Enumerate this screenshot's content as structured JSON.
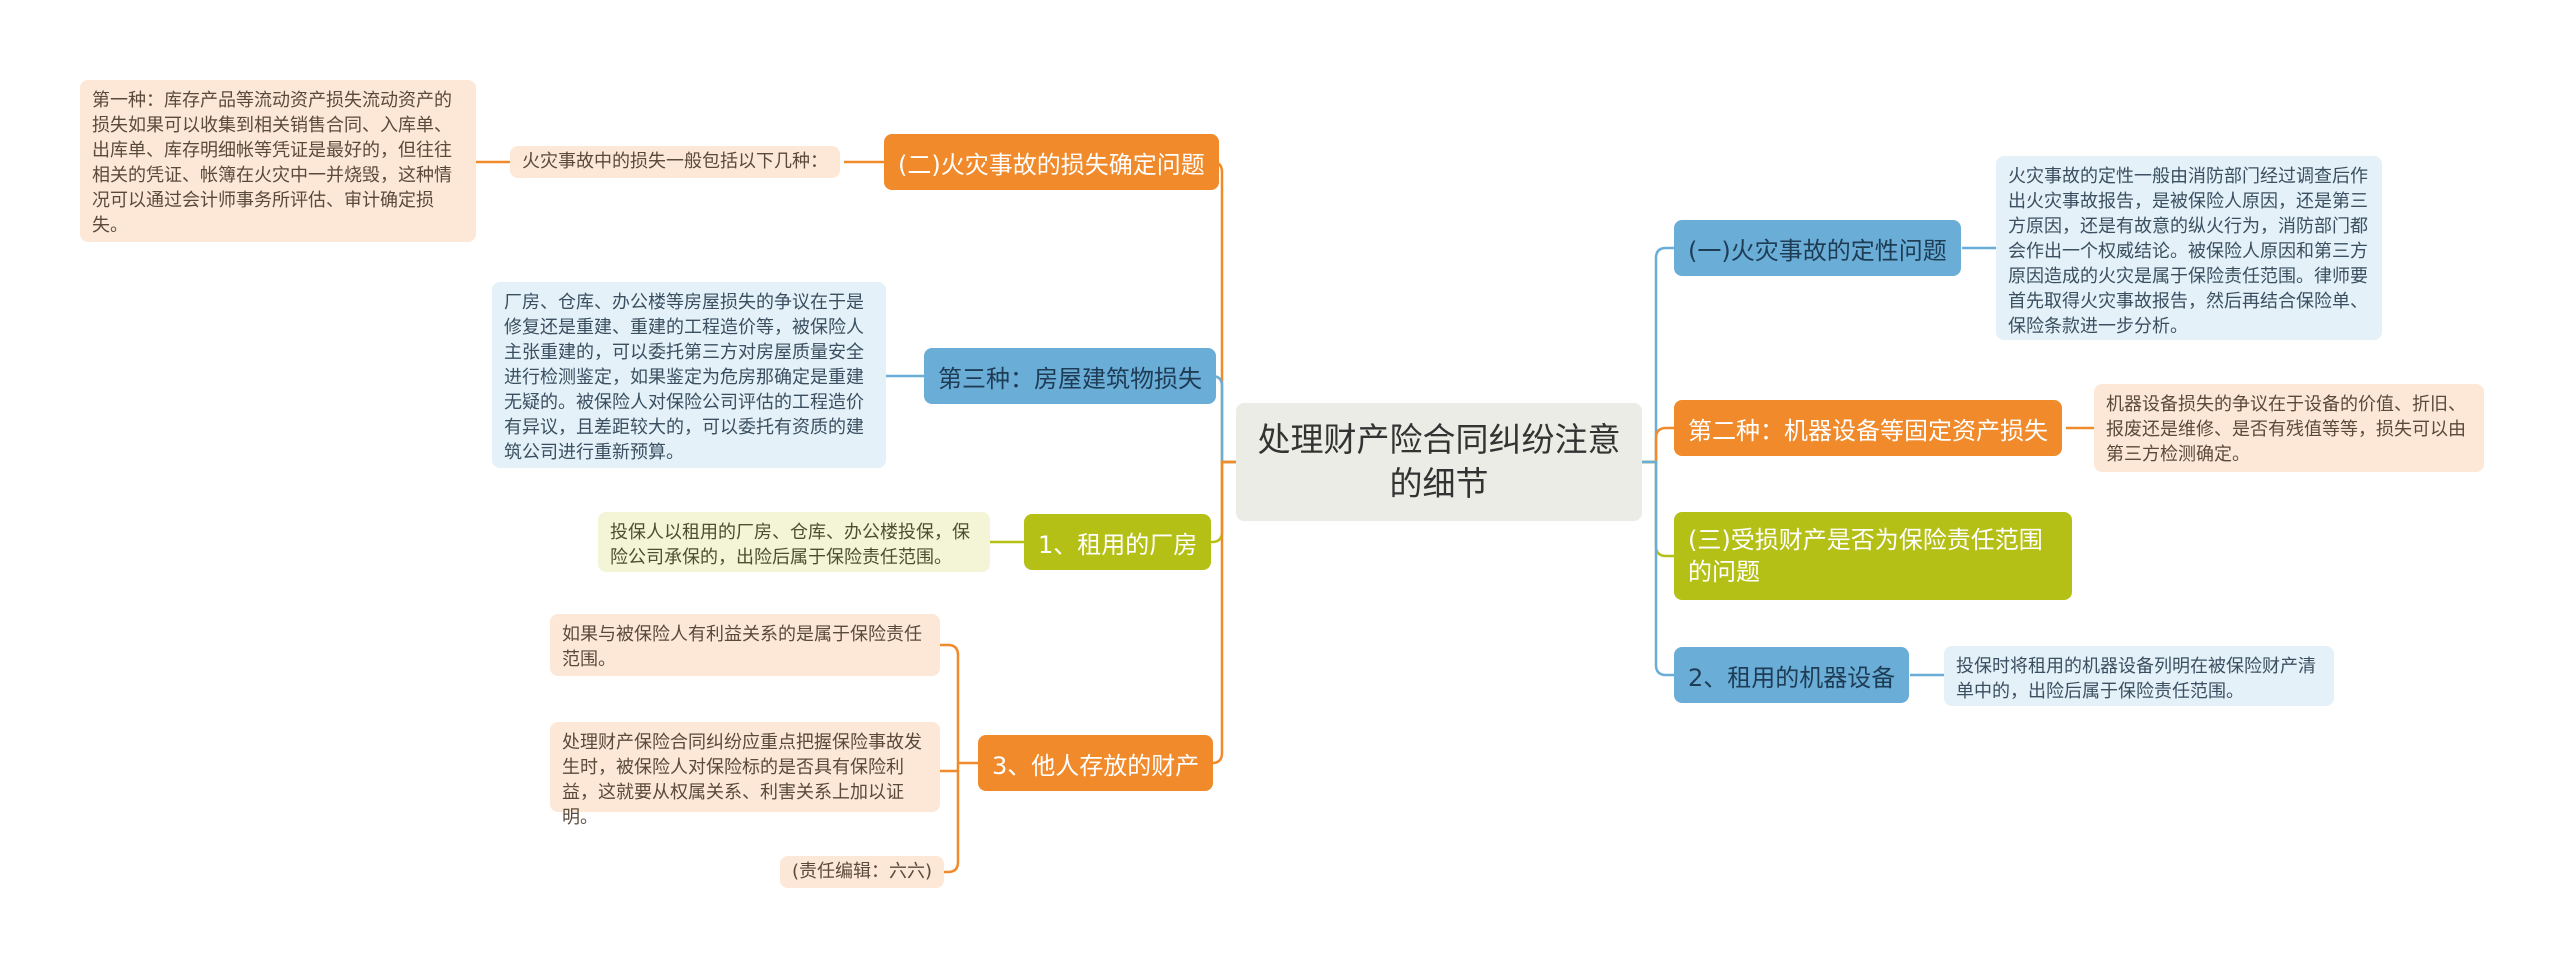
{
  "title": "处理财产险合同纠纷注意的细节",
  "left": {
    "b1": {
      "label": "(二)火灾事故的损失确定问题",
      "mid": "火灾事故中的损失一般包括以下几种：",
      "leaf": "第一种：库存产品等流动资产损失流动资产的损失如果可以收集到相关销售合同、入库单、出库单、库存明细帐等凭证是最好的，但往往相关的凭证、帐簿在火灾中一并烧毁，这种情况可以通过会计师事务所评估、审计确定损失。"
    },
    "b2": {
      "label": "第三种：房屋建筑物损失",
      "leaf": "厂房、仓库、办公楼等房屋损失的争议在于是修复还是重建、重建的工程造价等，被保险人主张重建的，可以委托第三方对房屋质量安全进行检测鉴定，如果鉴定为危房那确定是重建无疑的。被保险人对保险公司评估的工程造价有异议，且差距较大的，可以委托有资质的建筑公司进行重新预算。"
    },
    "b3": {
      "label": "1、租用的厂房",
      "leaf": "投保人以租用的厂房、仓库、办公楼投保，保险公司承保的，出险后属于保险责任范围。"
    },
    "b4": {
      "label": "3、他人存放的财产",
      "leaves": [
        "如果与被保险人有利益关系的是属于保险责任范围。",
        "处理财产保险合同纠纷应重点把握保险事故发生时，被保险人对保险标的是否具有保险利益，这就要从权属关系、利害关系上加以证明。",
        "(责任编辑：六六)"
      ]
    }
  },
  "right": {
    "b1": {
      "label": "(一)火灾事故的定性问题",
      "leaf": "火灾事故的定性一般由消防部门经过调查后作出火灾事故报告，是被保险人原因，还是第三方原因，还是有故意的纵火行为，消防部门都会作出一个权威结论。被保险人原因和第三方原因造成的火灾是属于保险责任范围。律师要首先取得火灾事故报告，然后再结合保险单、保险条款进一步分析。"
    },
    "b2": {
      "label": "第二种：机器设备等固定资产损失",
      "leaf": "机器设备损失的争议在于设备的价值、折旧、报废还是维修、是否有残值等等，损失可以由第三方检测确定。"
    },
    "b3": {
      "label": "(三)受损财产是否为保险责任范围的问题"
    },
    "b4": {
      "label": "2、租用的机器设备",
      "leaf": "投保时将租用的机器设备列明在被保险财产清单中的，出险后属于保险责任范围。"
    }
  },
  "colors": {
    "orange": "#f08a2a",
    "blue": "#6aaed8",
    "olive": "#b5c017",
    "peach_leaf": "#fde8d8",
    "blue_leaf": "#e4f1f8",
    "cream_leaf": "#f4f5d6"
  }
}
